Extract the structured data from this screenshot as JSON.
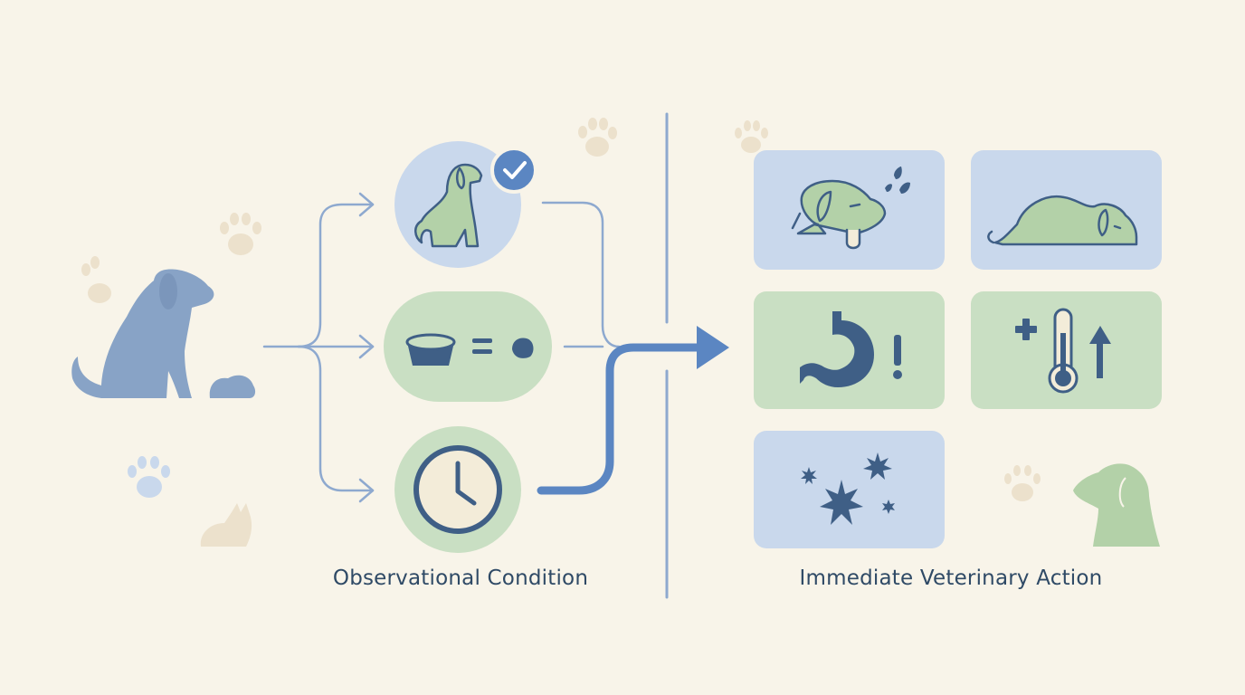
{
  "left_section": {
    "label": "Observational Condition",
    "conditions": [
      {
        "name": "alert-dog-check",
        "icon": "sitting-dog-checkmark-icon"
      },
      {
        "name": "food-bowl-equals-stool",
        "icon": "food-bowl-equals-icon"
      },
      {
        "name": "elapsed-time",
        "icon": "clock-icon"
      }
    ]
  },
  "right_section": {
    "label": "Immediate Veterinary Action",
    "symptoms": [
      {
        "name": "drooling-heavy-breathing",
        "icon": "panting-dog-icon"
      },
      {
        "name": "lethargy",
        "icon": "lying-dog-icon"
      },
      {
        "name": "stomach-problem",
        "icon": "stomach-alert-icon"
      },
      {
        "name": "rising-fever",
        "icon": "thermometer-up-icon"
      },
      {
        "name": "allergic-reaction",
        "icon": "sparkles-icon"
      }
    ]
  },
  "colors": {
    "background": "#f8f4e9",
    "blue_tile": "#c9d8ec",
    "green_tile": "#c9dfc3",
    "icon_dark": "#3f5f86",
    "arrow_blue": "#5b86c2",
    "line_light": "#8ea9cf",
    "dog_blue": "#88a3c6",
    "dog_green": "#b3d1a8"
  }
}
